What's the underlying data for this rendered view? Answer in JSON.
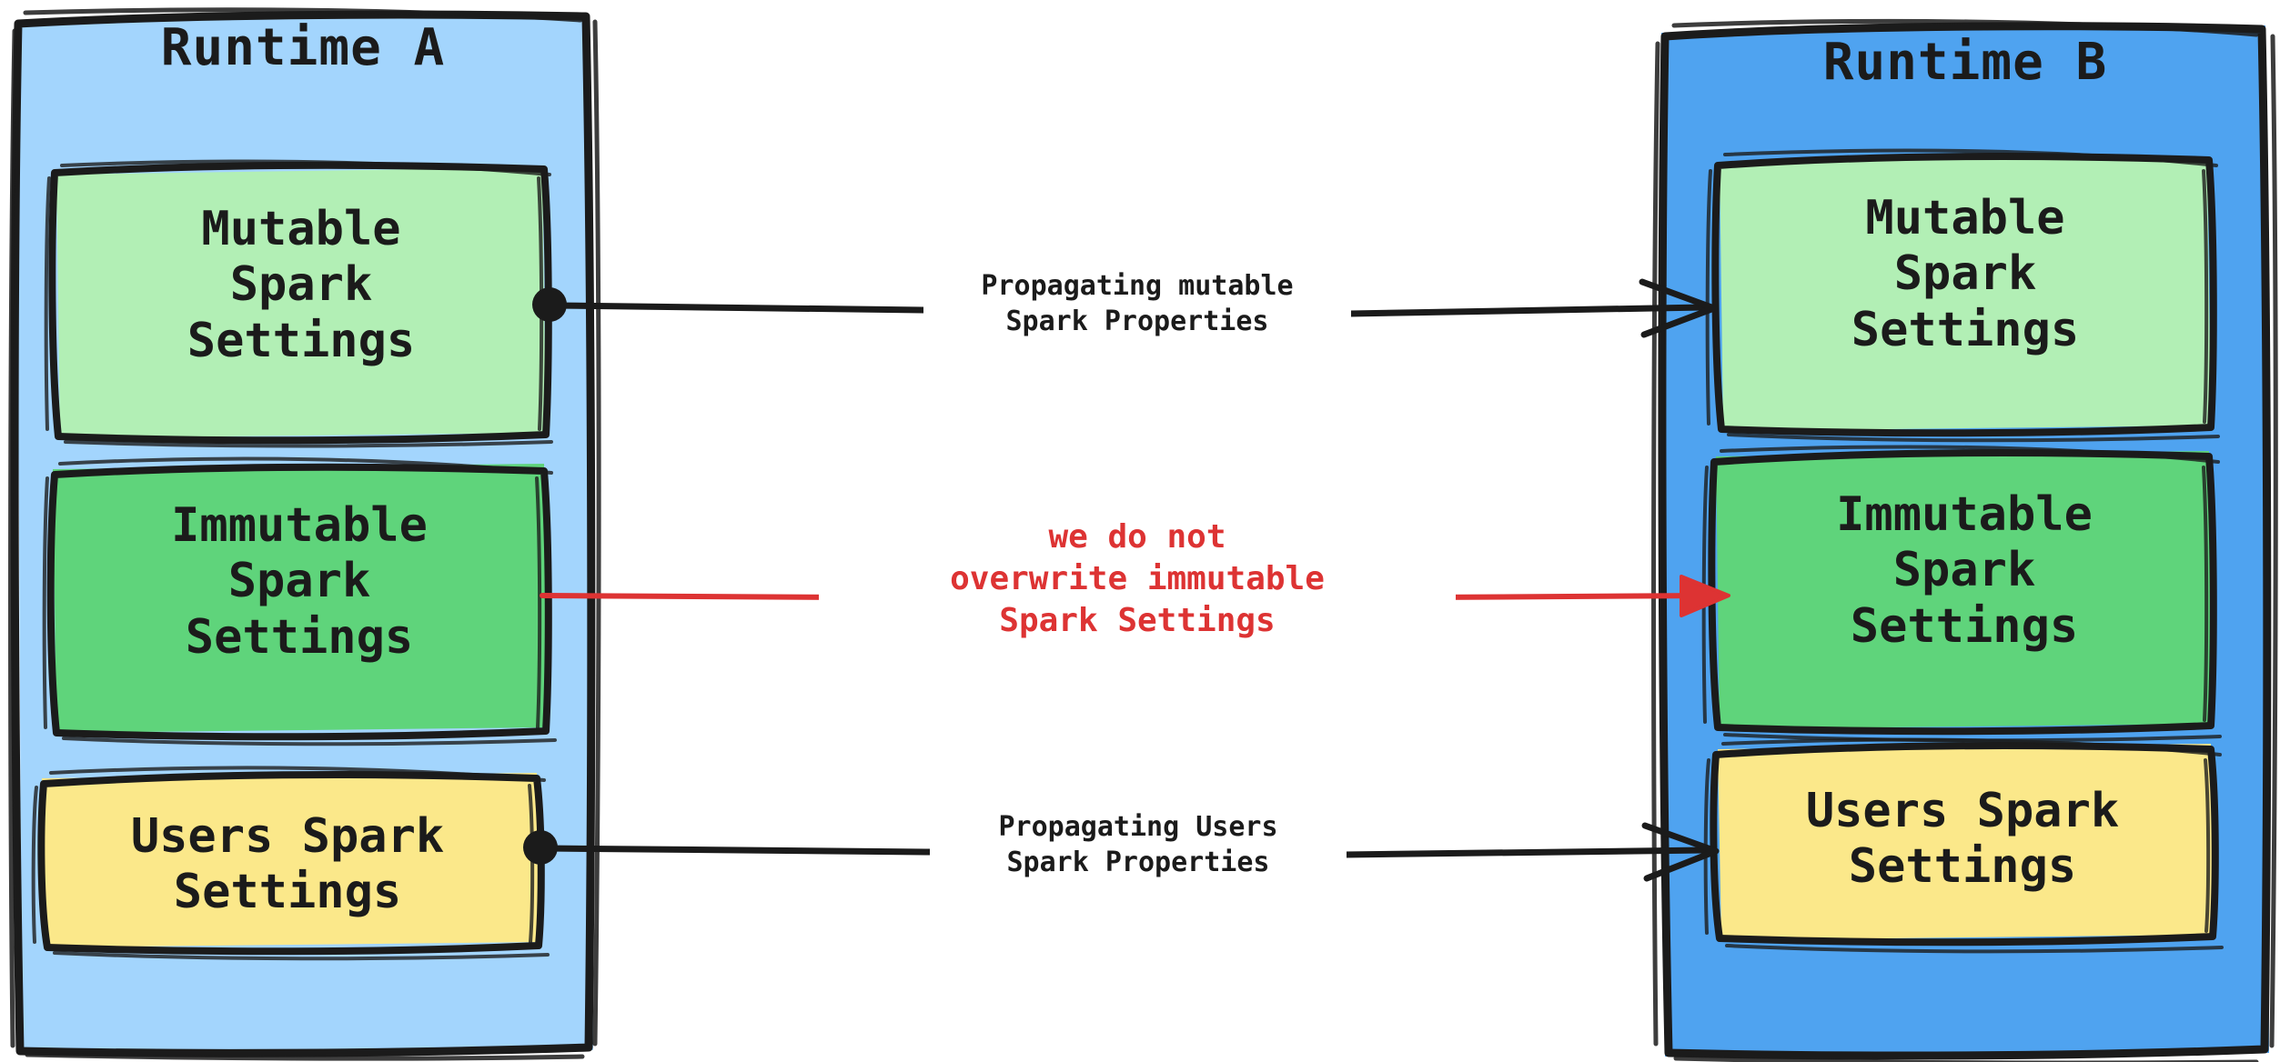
{
  "diagram": {
    "title_hidden": "",
    "containers": [
      {
        "id": "runtime-a",
        "title": "Runtime A",
        "fill": "#A3D5FD",
        "boxes": [
          {
            "id": "a-mutable",
            "label": "Mutable\nSpark\nSettings",
            "fill": "#B2EFB5"
          },
          {
            "id": "a-immutable",
            "label": "Immutable\nSpark\nSettings",
            "fill": "#5FD47B"
          },
          {
            "id": "a-users",
            "label": "Users Spark\nSettings",
            "fill": "#FBE88A"
          }
        ]
      },
      {
        "id": "runtime-b",
        "title": "Runtime B",
        "fill": "#4FA3F0",
        "boxes": [
          {
            "id": "b-mutable",
            "label": "Mutable\nSpark\nSettings",
            "fill": "#B2EFB5"
          },
          {
            "id": "b-immutable",
            "label": "Immutable\nSpark\nSettings",
            "fill": "#5FD47B"
          },
          {
            "id": "b-users",
            "label": "Users Spark\nSettings",
            "fill": "#FBE88A"
          }
        ]
      }
    ],
    "edges": [
      {
        "id": "edge-mutable",
        "label": "Propagating mutable\nSpark Properties",
        "color": "#1b1b1b",
        "style": "solid",
        "source_marker": "dot",
        "target_marker": "open-arrow"
      },
      {
        "id": "edge-immutable",
        "label": "we do not\noverwrite immutable\nSpark Settings",
        "color": "#DD3333",
        "style": "solid",
        "source_marker": "none",
        "target_marker": "filled-arrow"
      },
      {
        "id": "edge-users",
        "label": "Propagating Users\nSpark Properties",
        "color": "#1b1b1b",
        "style": "solid",
        "source_marker": "dot",
        "target_marker": "open-arrow"
      }
    ],
    "colors": {
      "stroke": "#1b1b1b",
      "red": "#DD3333",
      "runtime_a_fill": "#A3D5FD",
      "runtime_b_fill": "#4FA3F0",
      "mutable_fill": "#B2EFB5",
      "immutable_fill": "#5FD47B",
      "users_fill": "#FBE88A",
      "background": "#FFFFFF"
    }
  }
}
